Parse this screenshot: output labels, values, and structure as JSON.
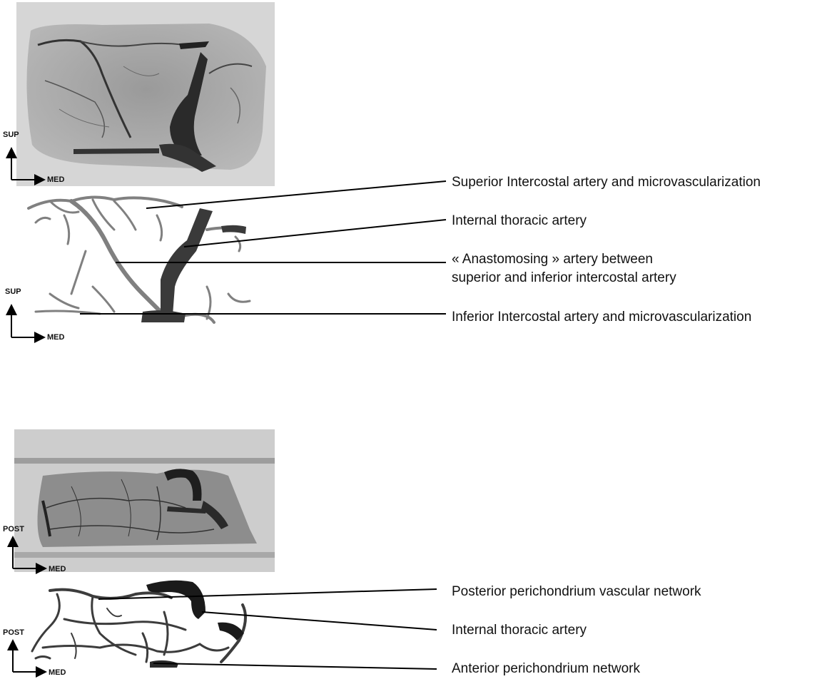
{
  "figure": {
    "panel_a": {
      "orientation_top": {
        "vertical": "SUP",
        "horizontal": "MED"
      },
      "orientation_bottom": {
        "vertical": "SUP",
        "horizontal": "MED"
      },
      "labels": {
        "superior_intercostal": "Superior Intercostal artery and microvascularization",
        "internal_thoracic": "Internal thoracic artery",
        "anastomosing_line1": "« Anastomosing » artery between",
        "anastomosing_line2": "superior and inferior intercostal artery",
        "inferior_intercostal": "Inferior Intercostal artery and microvascularization"
      }
    },
    "panel_b": {
      "orientation_top": {
        "vertical": "POST",
        "horizontal": "MED"
      },
      "orientation_bottom": {
        "vertical": "POST",
        "horizontal": "MED"
      },
      "labels": {
        "posterior_network": "Posterior perichondrium vascular network",
        "internal_thoracic": "Internal thoracic artery",
        "anterior_network": "Anterior perichondrium network"
      }
    }
  }
}
